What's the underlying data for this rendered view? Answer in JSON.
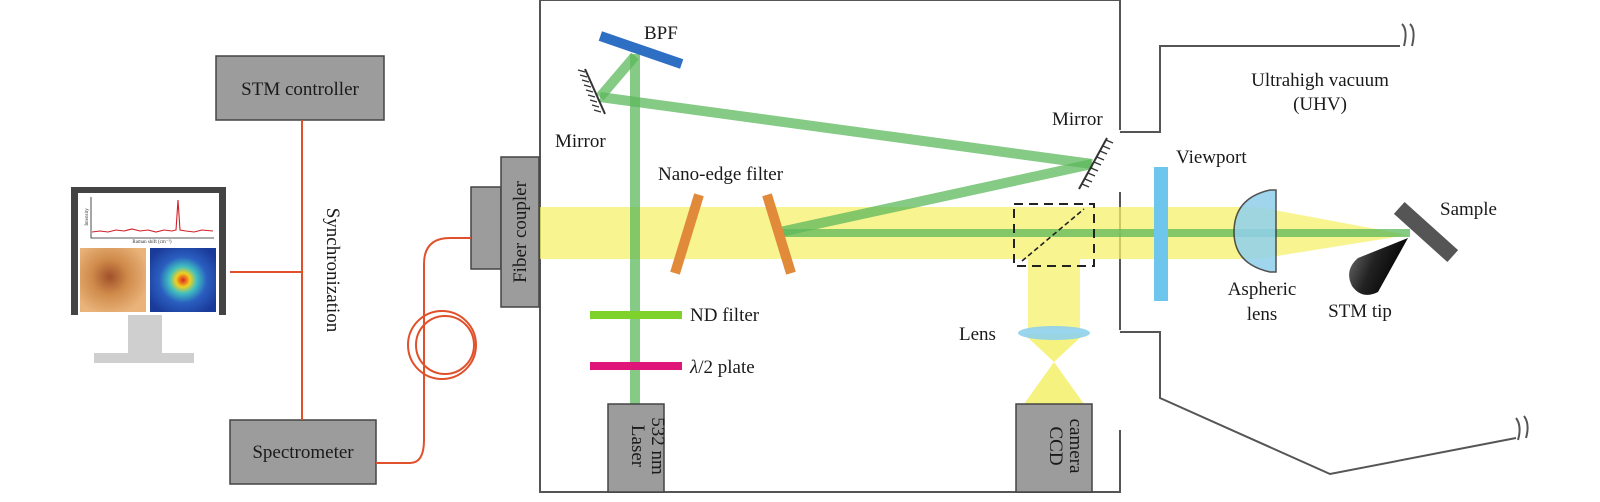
{
  "colors": {
    "green_beam": "#5cb85c",
    "yellow_beam": "#f5f06a",
    "red_wire": "#e0502a",
    "box_fill": "#9c9c9c",
    "bpf": "#2e6fc4",
    "nano_filter": "#e08a3a",
    "nd_filter": "#7fd12b",
    "half_wave": "#e0157a",
    "viewport": "#6ec6ec",
    "lens": "#8fd0ec"
  },
  "components": {
    "stm_controller": "STM controller",
    "spectrometer": "Spectrometer",
    "fiber_coupler": "Fiber coupler",
    "laser": [
      "Laser",
      "532 nm"
    ],
    "ccd": [
      "CCD",
      "camera"
    ]
  },
  "labels": {
    "synchronization": "Synchronization",
    "bpf": "BPF",
    "mirror_left": "Mirror",
    "mirror_right": "Mirror",
    "nano_edge_filter": "Nano-edge filter",
    "nd_filter": "ND filter",
    "half_wave_plate_symbol": "λ",
    "half_wave_plate_text": "/2 plate",
    "lens": "Lens",
    "viewport": "Viewport",
    "uhv_line1": "Ultrahigh vacuum",
    "uhv_line2": "(UHV)",
    "aspheric_line1": "Aspheric",
    "aspheric_line2": "lens",
    "sample": "Sample",
    "stm_tip": "STM tip"
  },
  "monitor": {
    "spectrum_ylabel": "Intensity",
    "spectrum_xlabel": "Raman shift (cm⁻¹)"
  }
}
